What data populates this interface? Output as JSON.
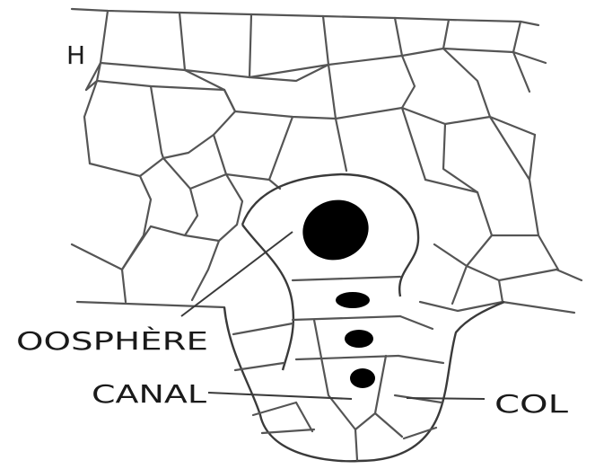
{
  "labels": {
    "h": "H",
    "oosphere": "OOSPHÈRE",
    "canal": "CANAL",
    "col": "COL"
  }
}
